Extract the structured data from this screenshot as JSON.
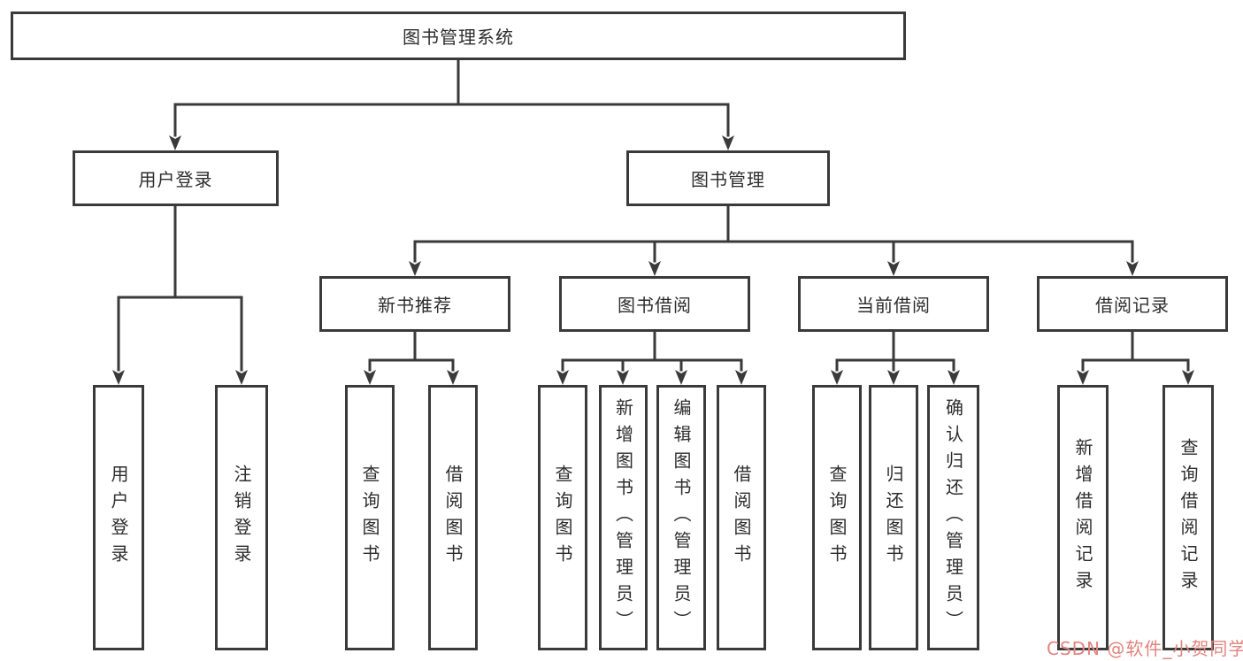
{
  "diagram_title": "图书管理系统",
  "nodes": {
    "root": "图书管理系统",
    "user_login": "用户登录",
    "book_mgmt": "图书管理",
    "new_book_rec": "新书推荐",
    "book_borrow": "图书借阅",
    "current_borrow": "当前借阅",
    "borrow_records": "借阅记录",
    "leaf_user_login": "用户登录",
    "leaf_logout": "注销登录",
    "leaf_query_book_rec": "查询图书",
    "leaf_borrow_book_rec": "借阅图书",
    "leaf_query_book_borrow": "查询图书",
    "leaf_add_book": "新增图书（管理员）",
    "leaf_edit_book": "编辑图书（管理员）",
    "leaf_borrow_book": "借阅图书",
    "leaf_query_book_current": "查询图书",
    "leaf_return_book": "归还图书",
    "leaf_confirm_return": "确认归还（管理员）",
    "leaf_add_borrow_record": "新增借阅记录",
    "leaf_query_borrow_record": "查询借阅记录"
  },
  "hierarchy": {
    "图书管理系统": [
      "用户登录",
      "图书管理"
    ],
    "用户登录": [
      "用户登录",
      "注销登录"
    ],
    "图书管理": [
      "新书推荐",
      "图书借阅",
      "当前借阅",
      "借阅记录"
    ],
    "新书推荐": [
      "查询图书",
      "借阅图书"
    ],
    "图书借阅": [
      "查询图书",
      "新增图书（管理员）",
      "编辑图书（管理员）",
      "借阅图书"
    ],
    "当前借阅": [
      "查询图书",
      "归还图书",
      "确认归还（管理员）"
    ],
    "借阅记录": [
      "新增借阅记录",
      "查询借阅记录"
    ]
  },
  "watermark": {
    "text": "CSDN @软件_小贺同学",
    "color": "#e2837e"
  },
  "colors": {
    "line": "#3a3a3a",
    "box_border": "#3a3a3a",
    "text": "#2d2d2d",
    "background": "#ffffff"
  }
}
